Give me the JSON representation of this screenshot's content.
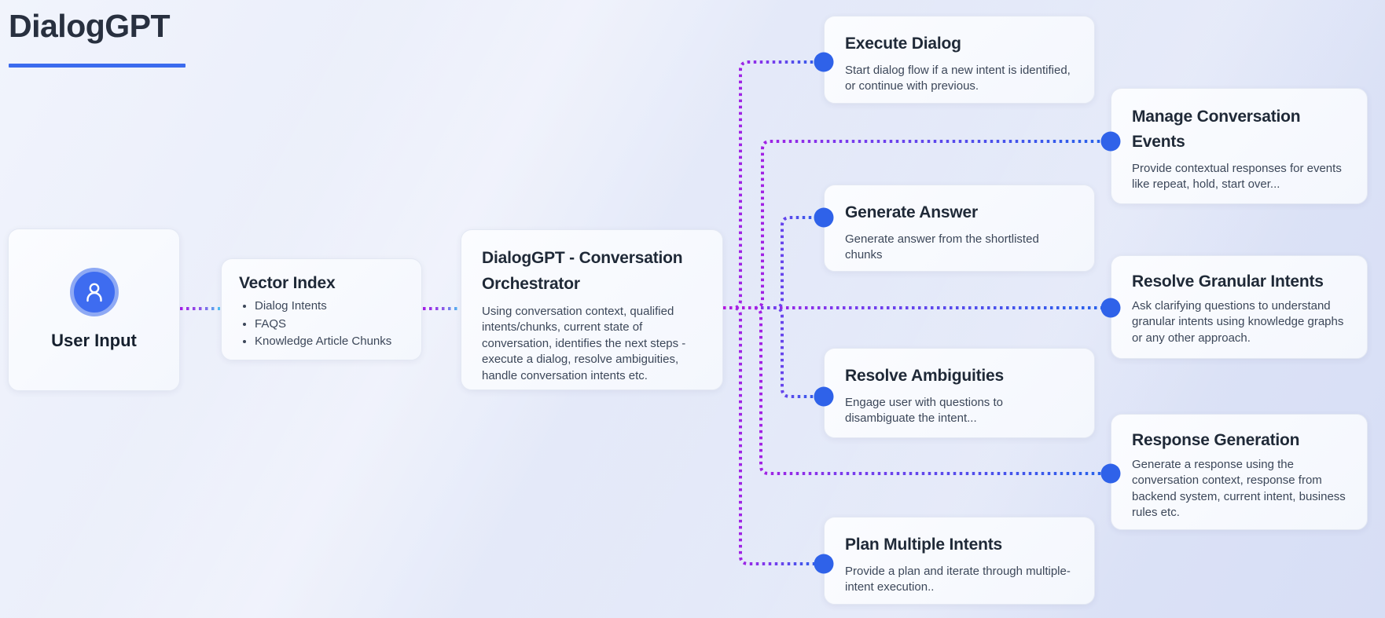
{
  "page": {
    "title": "DialogGPT"
  },
  "colors": {
    "title_underline": "#3b6bee",
    "endpoint_dot": "#2f62e9",
    "connector_magenta": "#b516e0",
    "connector_violet": "#7c3aed",
    "connector_blue": "#2563eb",
    "connector_cyan": "#45c7f2",
    "avatar_blue": "#3e6cf0",
    "avatar_ring": "#8ea9f4"
  },
  "nodes": {
    "user_input": {
      "label": "User Input",
      "icon": "user-icon"
    },
    "vector_index": {
      "title": "Vector Index",
      "items": [
        "Dialog Intents",
        "FAQS",
        "Knowledge Article Chunks"
      ]
    },
    "orchestrator": {
      "title": "DialogGPT - Conversation Orchestrator",
      "body": "Using conversation context, qualified intents/chunks, current state of conversation, identifies the next steps - execute a dialog, resolve ambiguities, handle conversation intents etc."
    },
    "execute_dialog": {
      "title": "Execute Dialog",
      "body": "Start dialog flow if a new intent is identified, or continue with previous."
    },
    "manage_events": {
      "title": "Manage Conversation Events",
      "body": "Provide contextual responses for events like repeat, hold, start over..."
    },
    "generate_answer": {
      "title": "Generate Answer",
      "body": "Generate answer from the shortlisted chunks"
    },
    "resolve_granular": {
      "title": "Resolve Granular Intents",
      "body": "Ask clarifying questions to understand granular intents using knowledge graphs or any other approach."
    },
    "resolve_ambiguities": {
      "title": "Resolve Ambiguities",
      "body": "Engage user with questions to disambiguate the intent..."
    },
    "response_generation": {
      "title": "Response Generation",
      "body": "Generate a response using the conversation context, response from backend system, current intent, business rules etc."
    },
    "plan_multiple_intents": {
      "title": "Plan Multiple Intents",
      "body": "Provide a plan and iterate through multiple-intent execution.."
    }
  }
}
